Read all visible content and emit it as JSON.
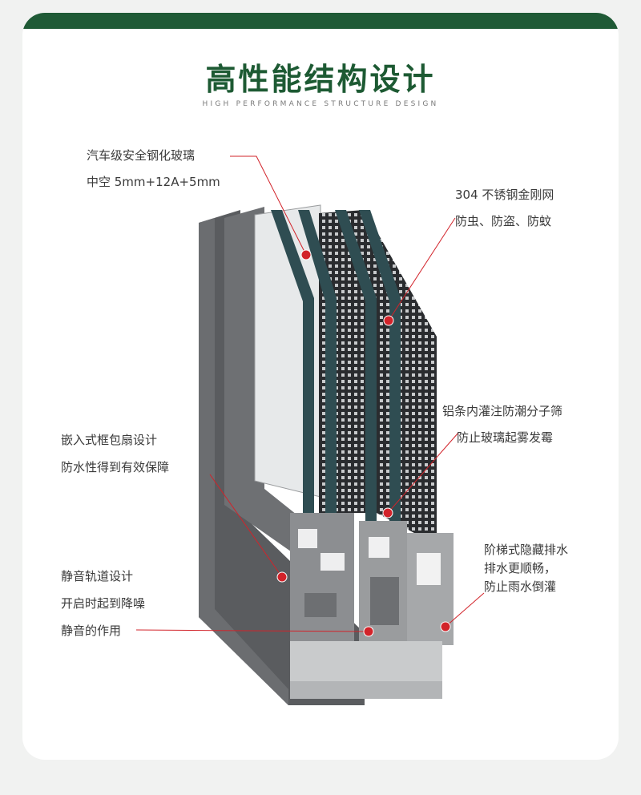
{
  "title": "高性能结构设计",
  "subtitle": "HIGH PERFORMANCE STRUCTURE DESIGN",
  "colors": {
    "brand_green": "#1f5a36",
    "marker_red": "#d2232a",
    "frame_gray": "#55575a"
  },
  "callouts": {
    "glass": {
      "line1": "汽车级安全钢化玻璃",
      "line2": "中空 5mm+12A+5mm"
    },
    "mesh": {
      "line1": "304 不锈钢金刚网",
      "line2": "防虫、防盗、防蚊"
    },
    "spacer": {
      "line1": "铝条内灌注防潮分子筛",
      "line2": "防止玻璃起雾发霉"
    },
    "frame": {
      "line1": "嵌入式框包扇设计",
      "line2": "防水性得到有效保障"
    },
    "drain": {
      "line1": "阶梯式隐藏排水",
      "line2": "排水更顺畅，",
      "line3": "防止雨水倒灌"
    },
    "track": {
      "line1": "静音轨道设计",
      "line2": "开启时起到降噪",
      "line3": "静音的作用"
    }
  }
}
